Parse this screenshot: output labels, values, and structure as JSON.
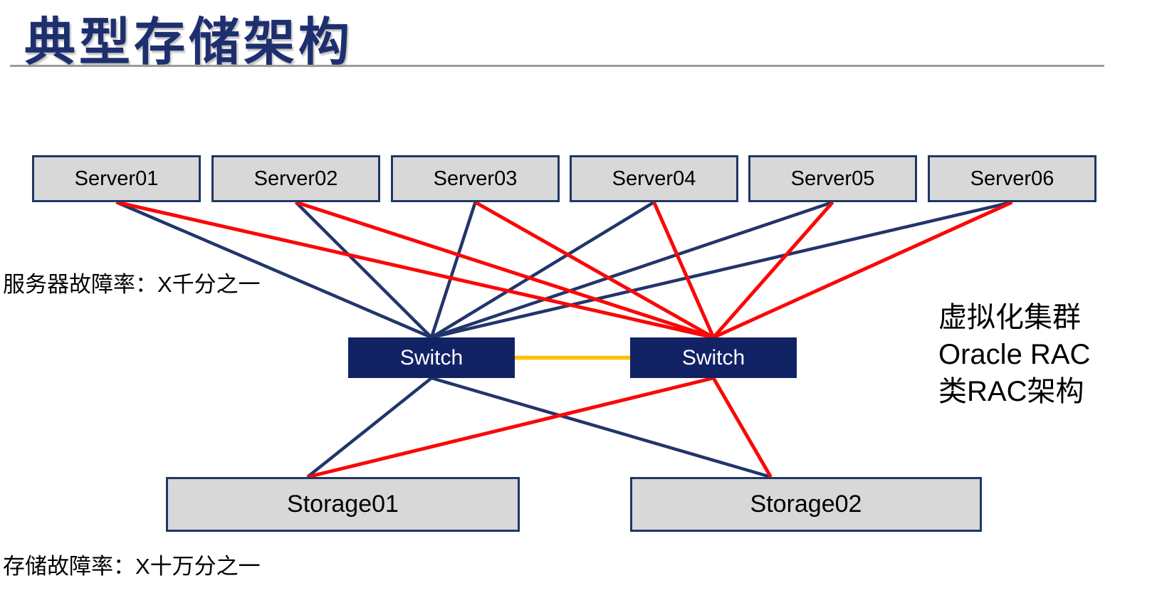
{
  "slide": {
    "title": "典型存储架构",
    "server_failure_label": "服务器故障率：X千分之一",
    "storage_failure_label": "存储故障率：X十万分之一",
    "annotation_lines": [
      "虚拟化集群",
      "Oracle RAC",
      "类RAC架构"
    ]
  },
  "nodes": {
    "servers": [
      {
        "id": "server1",
        "label": "Server01"
      },
      {
        "id": "server2",
        "label": "Server02"
      },
      {
        "id": "server3",
        "label": "Server03"
      },
      {
        "id": "server4",
        "label": "Server04"
      },
      {
        "id": "server5",
        "label": "Server05"
      },
      {
        "id": "server6",
        "label": "Server06"
      }
    ],
    "switches": [
      {
        "id": "switch1",
        "label": "Switch"
      },
      {
        "id": "switch2",
        "label": "Switch"
      }
    ],
    "storages": [
      {
        "id": "storage1",
        "label": "Storage01"
      },
      {
        "id": "storage2",
        "label": "Storage02"
      }
    ]
  },
  "connections": [
    {
      "from": "server1",
      "to": "switch1",
      "color": "navy"
    },
    {
      "from": "server2",
      "to": "switch1",
      "color": "navy"
    },
    {
      "from": "server3",
      "to": "switch1",
      "color": "navy"
    },
    {
      "from": "server4",
      "to": "switch1",
      "color": "navy"
    },
    {
      "from": "server5",
      "to": "switch1",
      "color": "navy"
    },
    {
      "from": "server6",
      "to": "switch1",
      "color": "navy"
    },
    {
      "from": "server1",
      "to": "switch2",
      "color": "red"
    },
    {
      "from": "server2",
      "to": "switch2",
      "color": "red"
    },
    {
      "from": "server3",
      "to": "switch2",
      "color": "red"
    },
    {
      "from": "server4",
      "to": "switch2",
      "color": "red"
    },
    {
      "from": "server5",
      "to": "switch2",
      "color": "red"
    },
    {
      "from": "server6",
      "to": "switch2",
      "color": "red"
    },
    {
      "from": "switch1",
      "to": "switch2",
      "color": "gold"
    },
    {
      "from": "switch1",
      "to": "storage1",
      "color": "navy"
    },
    {
      "from": "switch1",
      "to": "storage2",
      "color": "navy"
    },
    {
      "from": "switch2",
      "to": "storage1",
      "color": "red"
    },
    {
      "from": "switch2",
      "to": "storage2",
      "color": "red"
    }
  ],
  "colors": {
    "navy": "#22356B",
    "red": "#FA0808",
    "gold": "#FFC000",
    "title_navy": "#1E2F6F",
    "node_fill": "#D8D8D8",
    "node_border": "#1F3864",
    "switch_fill": "#112265",
    "switch_text": "#FFFFFF",
    "divider_gray": "#9B9B9B",
    "label_text": "#000000"
  }
}
